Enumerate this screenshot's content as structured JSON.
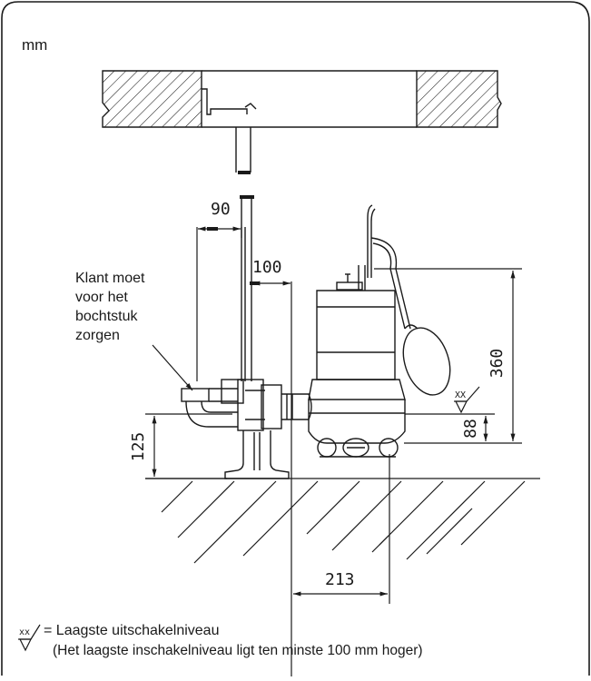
{
  "diagram": {
    "unit_label": "mm",
    "callout_lines": [
      "Klant moet",
      "voor het",
      "bochtstuk",
      "zorgen"
    ],
    "dimensions": {
      "d90": "90",
      "d100": "100",
      "d125": "125",
      "d360": "360",
      "d88": "88",
      "d213": "213",
      "level_tag": "XX"
    },
    "legend": {
      "symbol_tag": "xx",
      "line1": "= Laagste uitschakelniveau",
      "line2": "(Het laagste inschakelniveau ligt ten minste 100 mm hoger)"
    }
  }
}
